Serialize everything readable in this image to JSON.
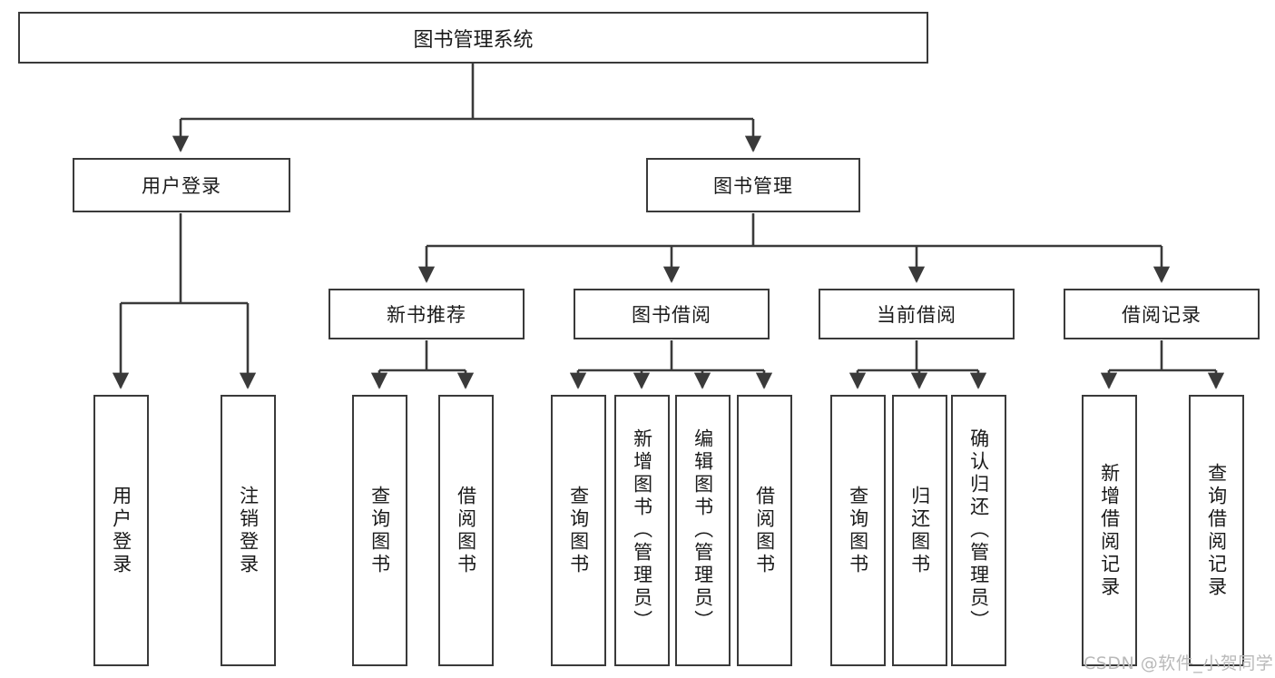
{
  "diagram": {
    "type": "tree-hierarchy-chart",
    "title_node": "图书管理系统",
    "colors": {
      "box_border": "#3a3a3a",
      "box_fill": "#ffffff",
      "connector": "#3a3a3a",
      "text": "#1a1a1a",
      "watermark": "#b9b9b9",
      "background": "#ffffff"
    },
    "root": {
      "label": "图书管理系统"
    },
    "level1": [
      {
        "label": "用户登录"
      },
      {
        "label": "图书管理"
      }
    ],
    "level2": [
      {
        "label": "新书推荐"
      },
      {
        "label": "图书借阅"
      },
      {
        "label": "当前借阅"
      },
      {
        "label": "借阅记录"
      }
    ],
    "leaves": {
      "user_login": [
        {
          "label": "用户登录"
        },
        {
          "label": "注销登录"
        }
      ],
      "new_book_recommend": [
        {
          "label": "查询图书"
        },
        {
          "label": "借阅图书"
        }
      ],
      "book_borrow": [
        {
          "label": "查询图书"
        },
        {
          "label": "新增图书（管理员）"
        },
        {
          "label": "编辑图书（管理员）"
        },
        {
          "label": "借阅图书"
        }
      ],
      "current_borrow": [
        {
          "label": "查询图书"
        },
        {
          "label": "归还图书"
        },
        {
          "label": "确认归还（管理员）"
        }
      ],
      "borrow_record": [
        {
          "label": "新增借阅记录"
        },
        {
          "label": "查询借阅记录"
        }
      ]
    }
  },
  "watermark": {
    "text": "CSDN @软件_小贺同学"
  }
}
